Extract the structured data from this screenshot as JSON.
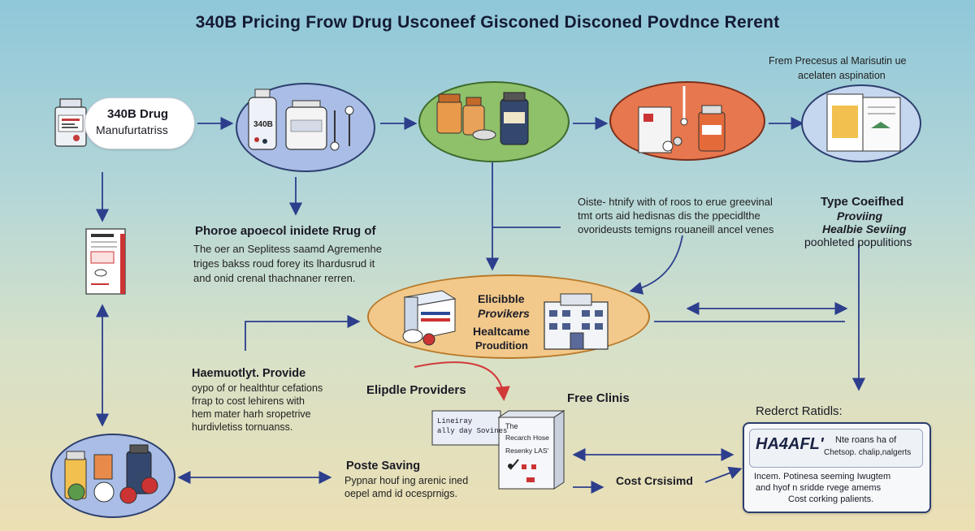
{
  "title": "340B Pricing Frow Drug Usconeef Gisconed Disconed Povdnce Rerent",
  "colors": {
    "arrow": "#2c3e8c",
    "red_arrow": "#d23a3a",
    "blue_ellipse": "#a9bde6",
    "green_ellipse": "#8fc06a",
    "orange_ellipse": "#e7774e",
    "center_ellipse": "#f2c98b"
  },
  "nodes": {
    "manufacturer": {
      "line1": "340B Drug",
      "line2": "Manufurtatriss"
    },
    "pharmacy_jars": {
      "bottle_label": "340B"
    },
    "top_right_caption": {
      "line1": "Frem Precesus al Marisutin ue",
      "line2": "acelaten aspination"
    }
  },
  "left_block": {
    "heading": "Phoroe apoecol inidete Rrug of",
    "line1": "The oer an Seplitess saamd Agremenhe",
    "line2": "triges bakss roud forey its lhardusrud it",
    "line3": "and onid crenal thachnaner rerren."
  },
  "mid_block": {
    "line1": "Oiste- htnify with of roos to erue greevinal",
    "line2": "tmt orts aid hedisnas dis the ppecidlthe",
    "line3": "ovorideusts temigns rouaneill ancel venes"
  },
  "right_block": {
    "line1": "Type Coeifhed",
    "line2": "Proviing",
    "line3": "Healbie Seviing",
    "line4": "poohleted populitions"
  },
  "center": {
    "label1": "Elicibble",
    "label2": "Provikers",
    "label3": "Healtcame",
    "label4": "Proudition"
  },
  "lower_left_block": {
    "heading": "Haemuotlyt. Provide",
    "line1": "oypo of or healthtur cefations",
    "line2": "frrap to cost lehirens with",
    "line3": "hem mater harh sropetrive",
    "line4": "hurdivletiss tornuanss."
  },
  "eligible_providers": "Elipdle Providers",
  "free_clinics": "Free Clinis",
  "clinic_card": {
    "line1": "Lineiray",
    "line2": "ally day Sovines",
    "line3": "The",
    "line4": "Recarch Hose",
    "line5": "Resenky LAS'"
  },
  "poste_saving": {
    "heading": "Poste Saving",
    "line1": "Pypnar houf ing arenic ined",
    "line2": "oepel amd id ocesprnigs."
  },
  "cost_label": "Cost Crsisimd",
  "redect": "Rederct Ratidls:",
  "right_card": {
    "big": "HA4AFL'",
    "small1": "Nte roans ha of",
    "small2": "Chetsop. chalip,nalgerts",
    "line1": "Incem. Potinesa seeming Iwugtem",
    "line2": "and hyof n sridde rvege amems",
    "line3": "Cost corking palients."
  }
}
